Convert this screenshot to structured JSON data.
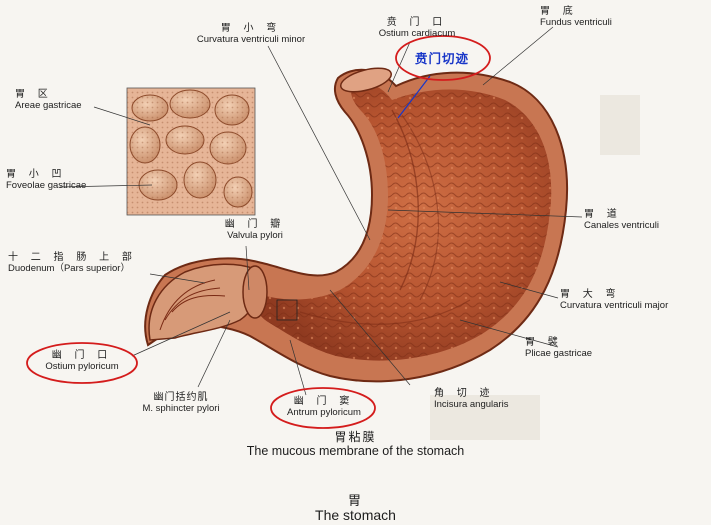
{
  "labels": {
    "fundus": {
      "zh": "胃 底",
      "en": "Fundus ventriculi"
    },
    "cardiac": {
      "zh": "贲 门 口",
      "en": "Ostium cardiacum"
    },
    "lesser": {
      "zh": "胃 小 弯",
      "en": "Curvatura ventriculi minor"
    },
    "areae": {
      "zh": "胃 区",
      "en": "Areae gastricae"
    },
    "foveolae": {
      "zh": "胃 小 凹",
      "en": "Foveolae gastricae"
    },
    "valvula": {
      "zh": "幽 门 瓣",
      "en": "Valvula pylori"
    },
    "duodenum": {
      "zh": "十 二 指 肠 上 部",
      "en": "Duodenum（Pars superior）"
    },
    "canales": {
      "zh": "胃 道",
      "en": "Canales ventriculi"
    },
    "greater": {
      "zh": "胃 大 弯",
      "en": "Curvatura ventriculi major"
    },
    "plicae": {
      "zh": "胃 襞",
      "en": "Plicae gastricae"
    },
    "pyloric": {
      "zh": "幽 门 口",
      "en": "Ostium pyloricum"
    },
    "sphincter": {
      "zh": "幽门括约肌",
      "en": "M. sphincter pylori"
    },
    "antrum": {
      "zh": "幽 门 窦",
      "en": "Antrum pyloricum"
    },
    "incisura": {
      "zh": "角 切 迹",
      "en": "Incisura angularis"
    }
  },
  "annotation": "贲门切迹",
  "caption": {
    "zh": "胃粘膜",
    "en": "The mucous membrane of the stomach"
  },
  "title": {
    "zh": "胃",
    "en": "The stomach"
  },
  "colors": {
    "annotation": "#1836c8",
    "circle": "#d41c1c",
    "tissue": "#b2542d"
  }
}
